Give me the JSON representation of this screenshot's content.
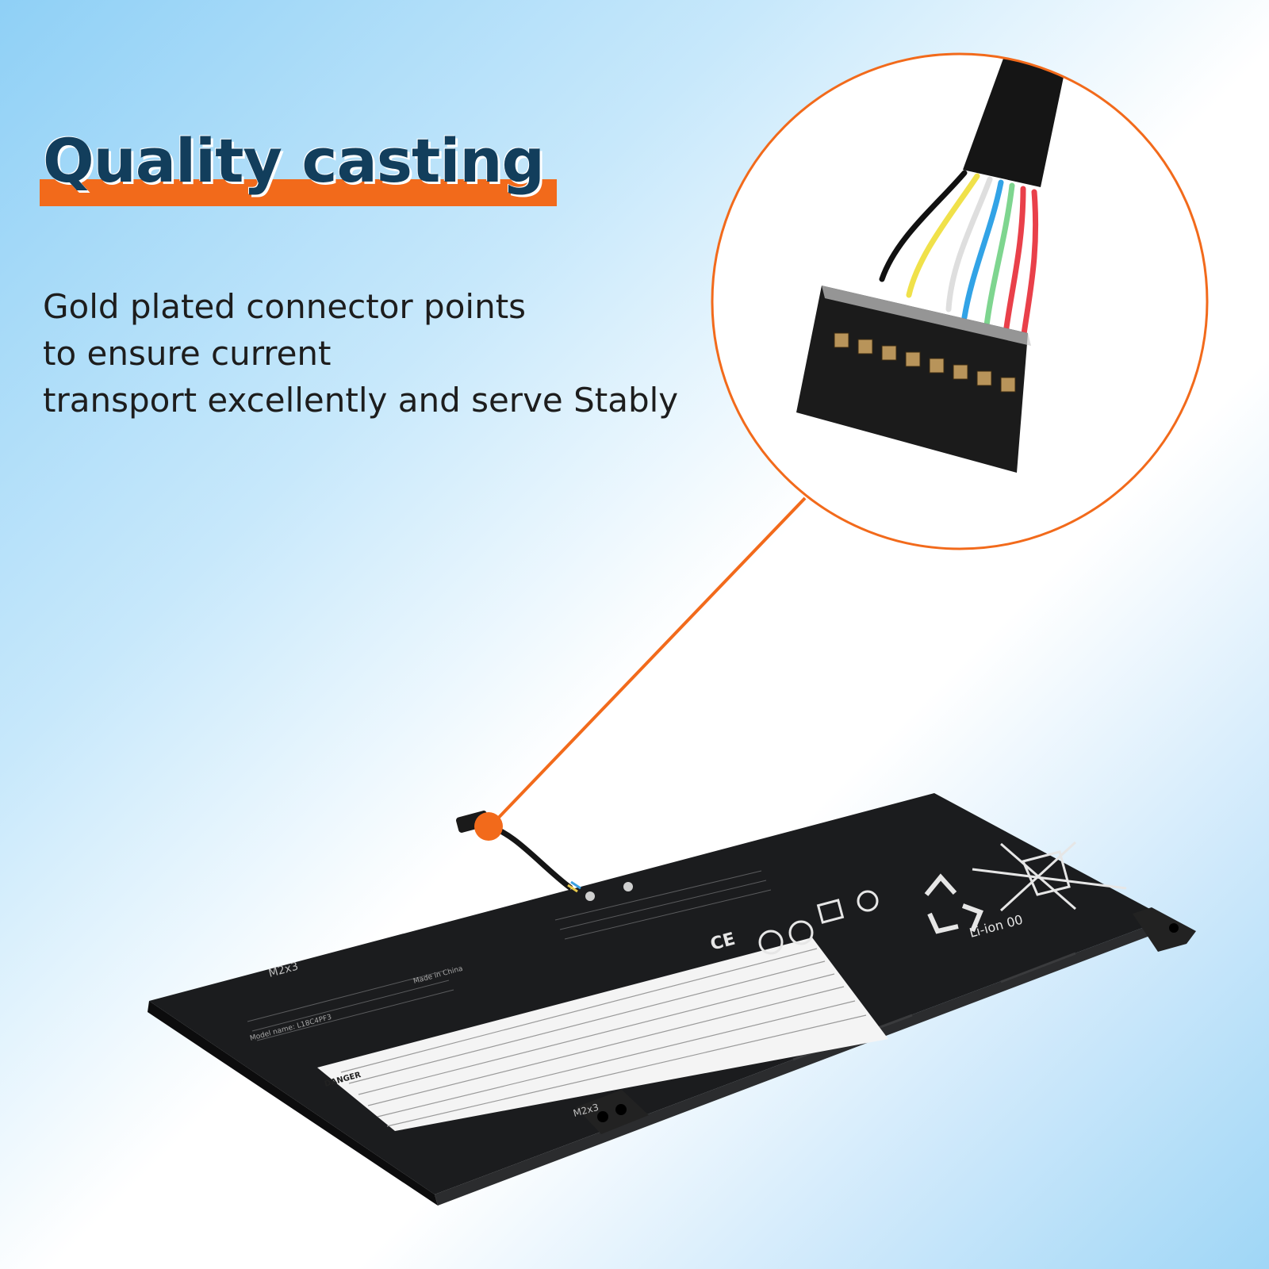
{
  "heading": "Quality casting",
  "description": {
    "lines": [
      "Gold plated connector points",
      "to ensure current",
      "transport excellently and serve Stably"
    ]
  },
  "battery_label": {
    "screw_top": "M2x3",
    "screw_bottom": "M2x3",
    "model_name": "Model name: L18C4PF3",
    "made_in": "Made in China",
    "recycle_mark": "Li-ion 00",
    "danger": "DANGER"
  },
  "colors": {
    "accent": "#f26a1b",
    "heading": "#123e5c",
    "text": "#1d1d1d",
    "battery": "#1b1c1e"
  }
}
